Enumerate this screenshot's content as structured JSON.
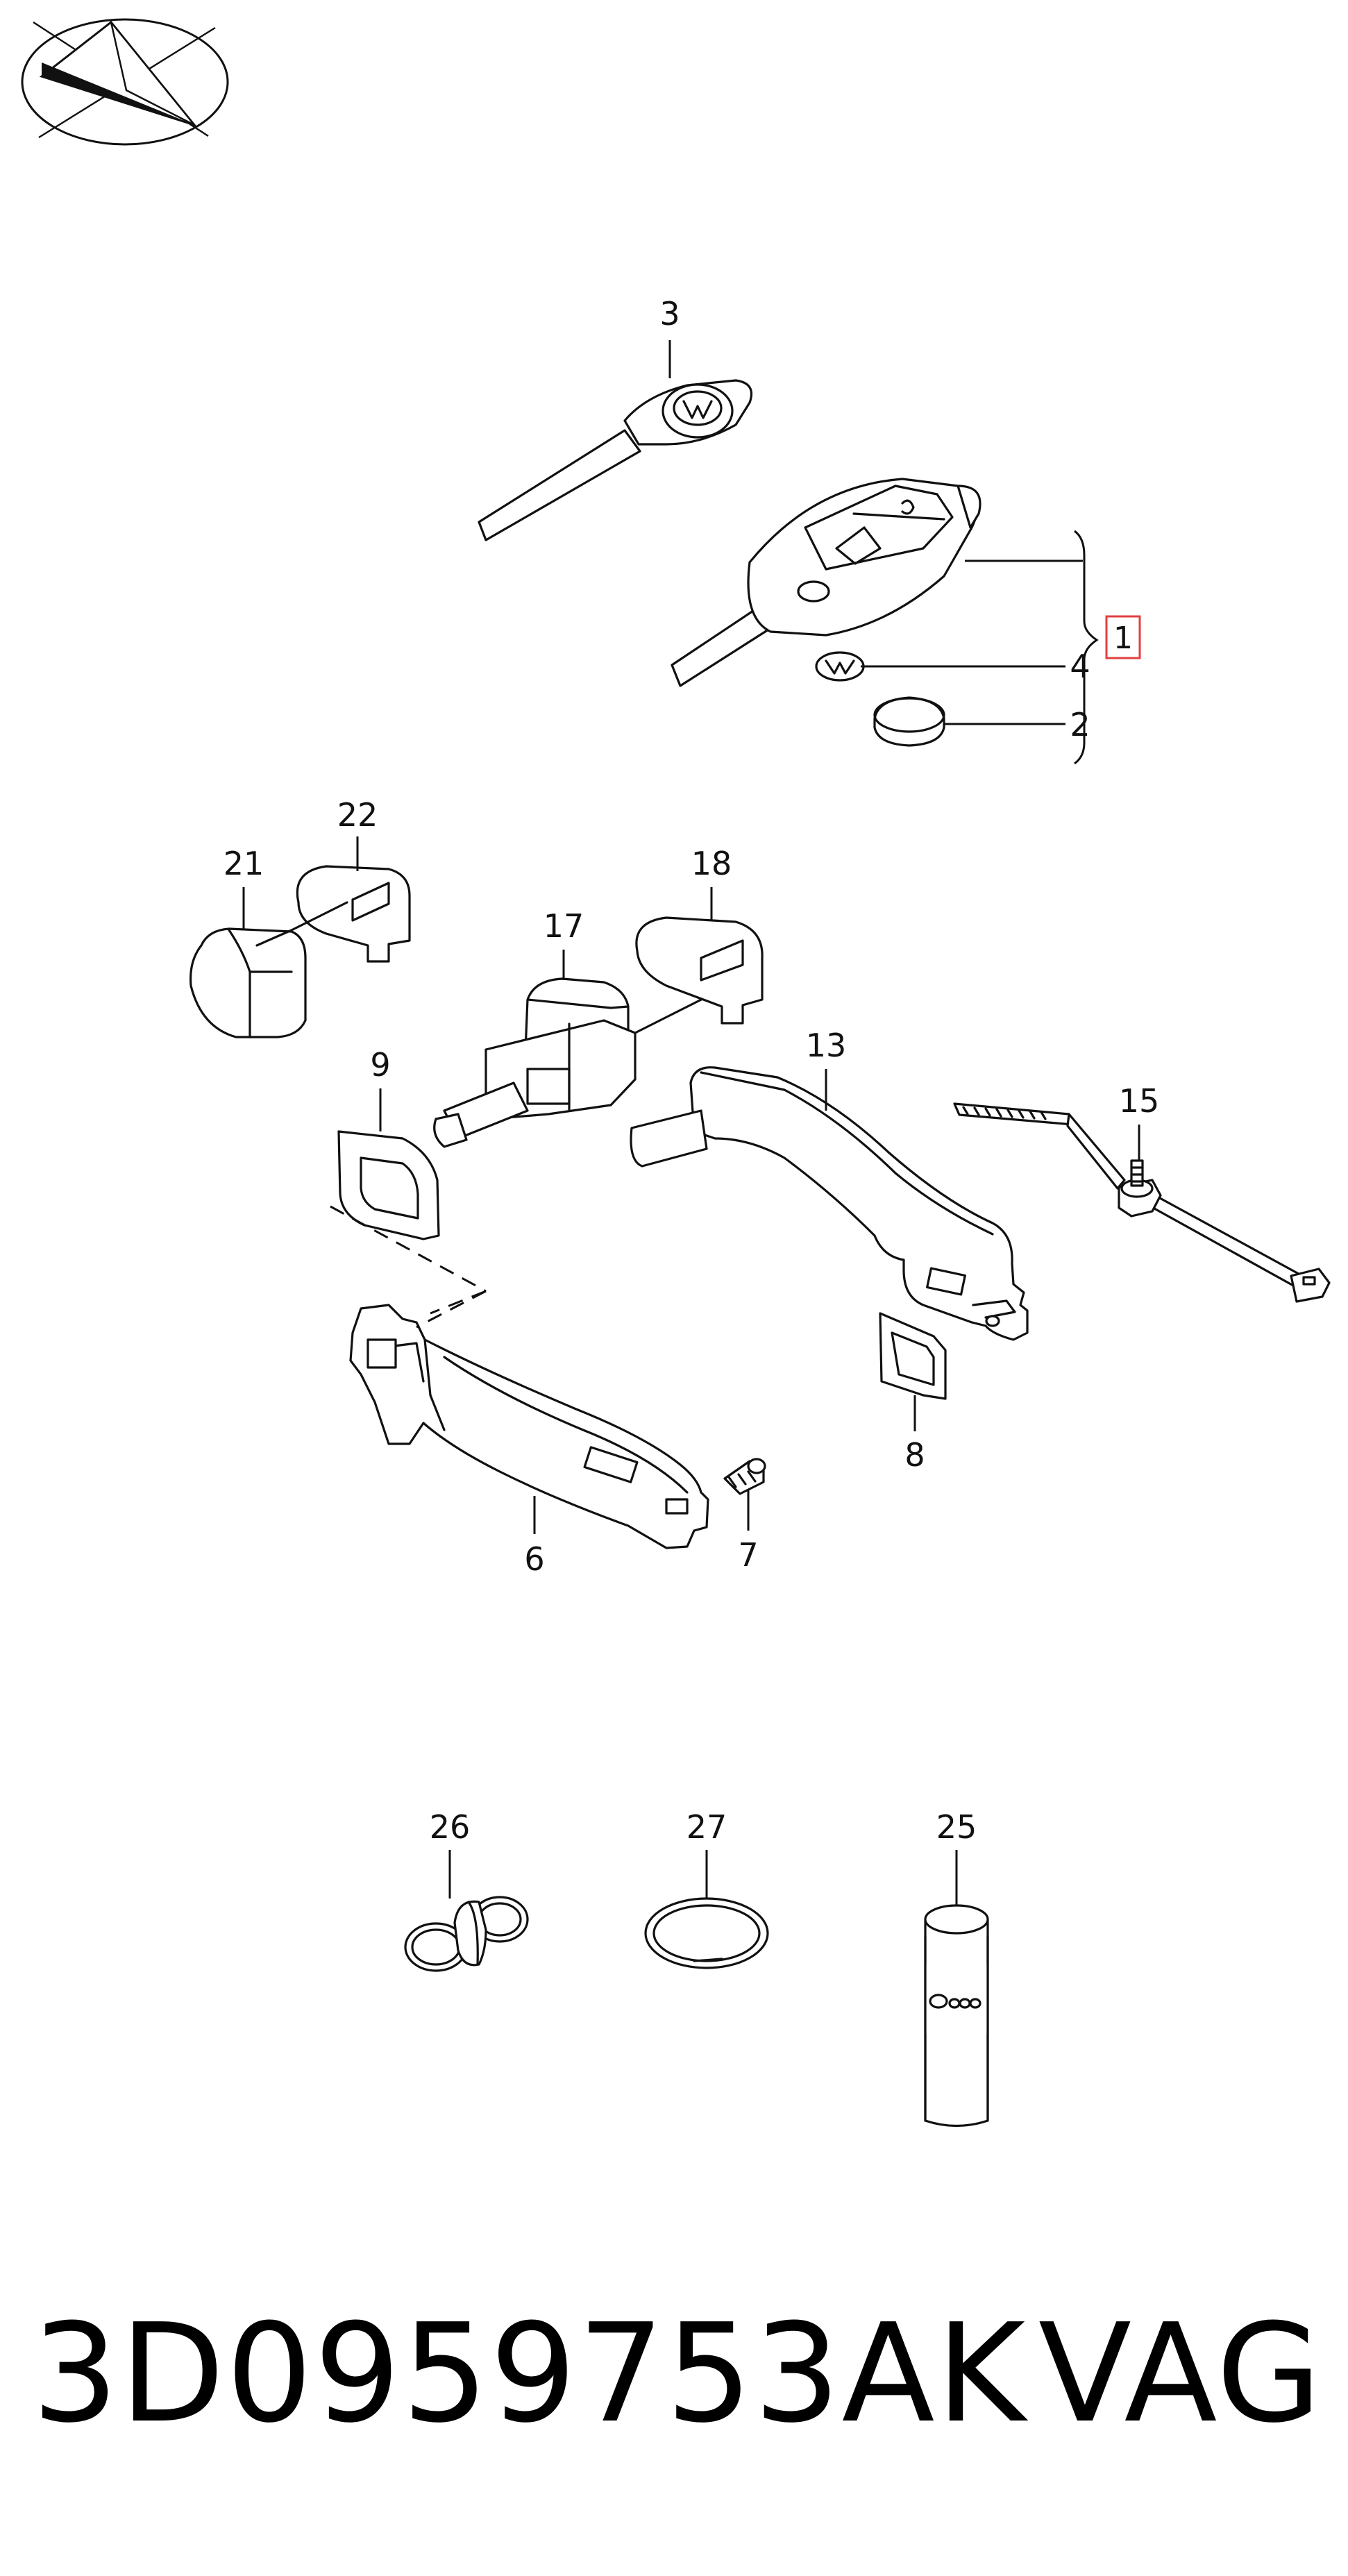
{
  "diagram": {
    "callouts": {
      "c1": "1",
      "c2": "2",
      "c3": "3",
      "c4": "4",
      "c6": "6",
      "c7": "7",
      "c8": "8",
      "c9": "9",
      "c13": "13",
      "c15": "15",
      "c17": "17",
      "c18": "18",
      "c21": "21",
      "c22": "22",
      "c25": "25",
      "c26": "26",
      "c27": "27"
    },
    "highlighted_callout": "1"
  },
  "caption": {
    "part_number": "3D0959753AK",
    "brand": "VAG"
  },
  "colors": {
    "line": "#111111",
    "highlight": "#e04040"
  },
  "icons": {
    "logo": "paper-plane-compass-logo"
  }
}
